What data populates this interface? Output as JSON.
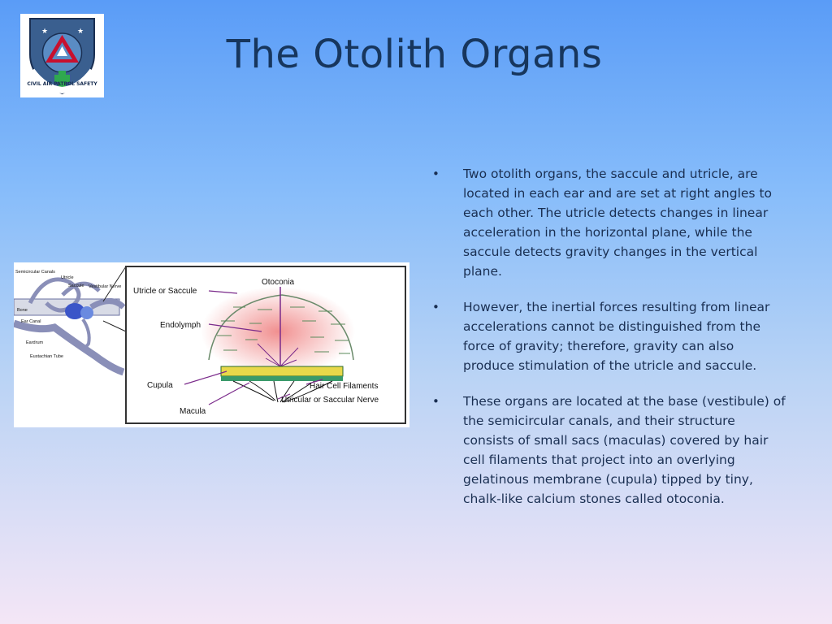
{
  "slide": {
    "title": "The Otolith Organs",
    "logo": {
      "icon": "civil-air-patrol-safety-badge-icon",
      "text": "CIVIL AIR PATROL SAFETY"
    },
    "bullets": [
      "Two otolith organs, the saccule and utricle, are located in each ear and are set at right angles to each other. The utricle detects changes in linear acceleration in the horizontal plane, while the saccule detects gravity changes in the vertical plane.",
      "However, the inertial forces resulting from linear accelerations cannot be distinguished from the force of gravity; therefore, gravity can also produce stimulation of the utricle and saccule.",
      "These organs are located at the base (vestibule) of the semicircular canals, and their structure consists of small sacs (maculas) covered by hair cell filaments that project into an overlying gelatinous membrane (cupula) tipped by tiny, chalk-like calcium stones called otoconia."
    ],
    "bullet_glyph": "•"
  },
  "figure": {
    "ear_labels": {
      "semicircular_canals": "Semicircular Canals",
      "utricle": "Utricle",
      "saccule": "Saccule",
      "vestibular_nerve": "Vestibular Nerve",
      "bone": "Bone",
      "ear_canal": "Ear Canal",
      "eardrum": "Eardrum",
      "eustachian_tube": "Eustachian Tube"
    },
    "detail_labels": {
      "utricle_or_saccule": "Utricle or Saccule",
      "otoconia": "Otoconia",
      "endolymph": "Endolymph",
      "cupula": "Cupula",
      "hair_cell_filaments": "Hair Cell Filaments",
      "macula": "Macula",
      "nerve": "Utricular or Saccular Nerve"
    }
  },
  "colors": {
    "title": "#17365d",
    "body_text": "#1a2f52",
    "label_line": "#7a2a8a",
    "endolymph_glow": "#f08a8a",
    "cupula": "#e8d84a"
  }
}
